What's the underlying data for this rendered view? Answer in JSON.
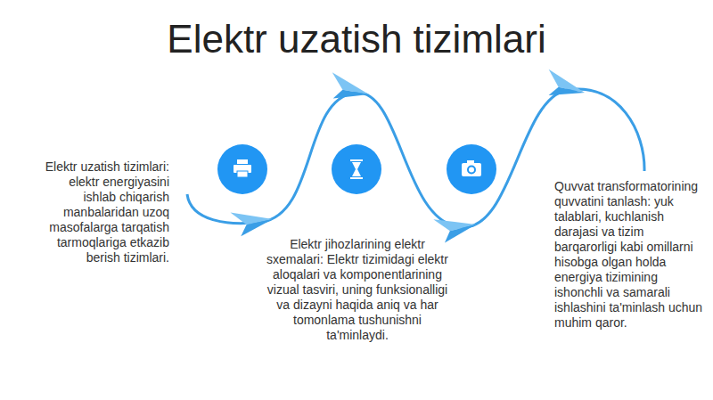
{
  "diagram": {
    "title": "Elektr uzatish tizimlari",
    "labels": [
      "Elektr uzatish tizimlari: elektr energiyasini ishlab chiqarish manbalaridan uzoq masofalarga tarqatish tarmoqlariga etkazib berish tizimlari.",
      "Elektr jihozlarining elektr sxemalari: Elektr tizimidagi elektr aloqalari va komponentlarining vizual tasviri, uning funksionalligi va dizayni haqida aniq va har tomonlama tushunishni ta'minlaydi.",
      "Quvvat transformatorining quvvatini tanlash: yuk talablari, kuchlanish darajasi va tizim barqarorligi kabi omillarni hisobga olgan holda energiya tizimining ishonchli va samarali ishlashini ta'minlash uchun muhim qaror."
    ]
  }
}
